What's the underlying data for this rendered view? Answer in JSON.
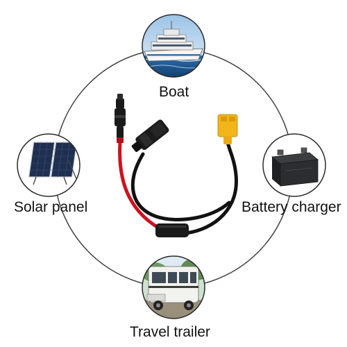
{
  "labels": {
    "boat": "Boat",
    "solar_panel": "Solar panel",
    "battery_charger": "Battery charger",
    "travel_trailer": "Travel trailer"
  },
  "colors": {
    "ring": "#3a3a3a",
    "cable_black": "#121212",
    "cable_red": "#d0101e",
    "xt_connector": "#f2b51a",
    "bubble_border": "#2a2a2a",
    "water": "#1f5a96",
    "sky": "#bfd6ea"
  },
  "icons": [
    "boat-photo",
    "solar-panel-photo",
    "battery-photo",
    "bus-photo",
    "mc4-connector",
    "xt60-connector",
    "y-splitter"
  ]
}
